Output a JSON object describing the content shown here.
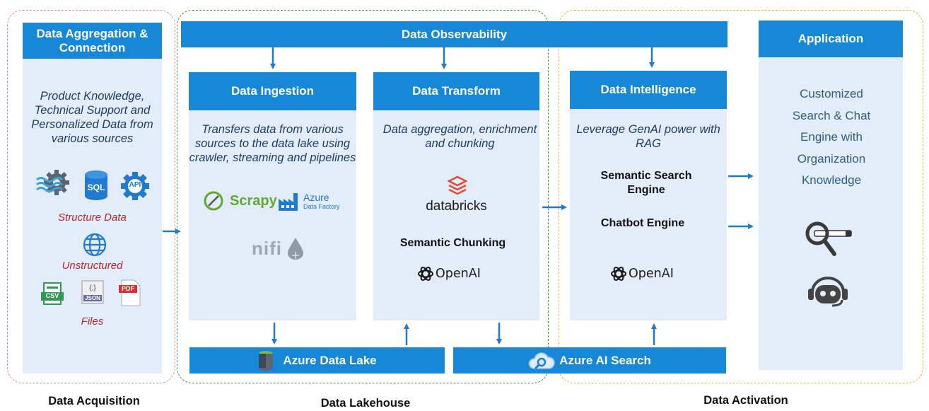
{
  "zones": {
    "acquisition": "Data Acquisition",
    "lakehouse": "Data Lakehouse",
    "activation": "Data Activation"
  },
  "aggregation": {
    "title": "Data Aggregation & Connection",
    "description": "Product Knowledge, Technical Support and Personalized Data from various sources",
    "structured_label": "Structure Data",
    "unstructured_label": "Unstructured",
    "files_label": "Files",
    "sql_icon_text": "SQL",
    "api_icon_text": "API",
    "csv_icon_text": "CSV",
    "json_icon_text": "JSON",
    "json_brace_text": "{;}",
    "pdf_icon_text": "PDF"
  },
  "observability": {
    "title": "Data Observability"
  },
  "ingestion": {
    "title": "Data Ingestion",
    "description": "Transfers data from various sources to the data lake using crawler, streaming and pipelines",
    "scrapy": "Scrapy",
    "azure_df_line1": "Azure",
    "azure_df_line2": "Data Factory",
    "nifi": "nifi"
  },
  "transform": {
    "title": "Data Transform",
    "description": "Data aggregation, enrichment and chunking",
    "databricks": "databricks",
    "semantic_chunking": "Semantic Chunking",
    "openai": "OpenAI"
  },
  "intelligence": {
    "title": "Data Intelligence",
    "description": "Leverage GenAI power with RAG",
    "semantic_search": "Semantic Search Engine",
    "chatbot": "Chatbot Engine",
    "openai": "OpenAI"
  },
  "application": {
    "title": "Application",
    "description": "Customized Search & Chat Engine with Organization Knowledge"
  },
  "storage": {
    "data_lake": "Azure Data Lake",
    "ai_search": "Azure AI Search"
  },
  "colors": {
    "primary_blue": "#1787d8",
    "panel_bg": "#e3edf9",
    "acquisition_border": "#e2888c",
    "lakehouse_border": "#4e8f45",
    "activation_border": "#f0b040",
    "red_label": "#b5262d"
  }
}
